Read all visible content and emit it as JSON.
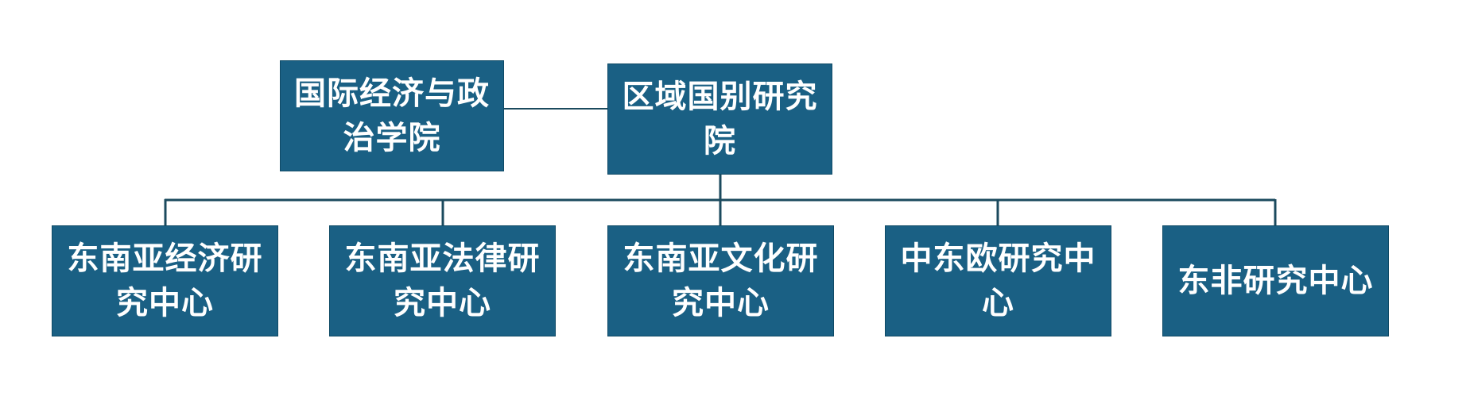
{
  "diagram": {
    "type": "org-chart",
    "node_color": "#1a6084",
    "line_color": "#1b4a5e",
    "text_color": "#ffffff",
    "parent": {
      "label": "国际经济与政治学院"
    },
    "root": {
      "label": "区域国别研究院"
    },
    "children": [
      {
        "label": "东南亚经济研究中心"
      },
      {
        "label": "东南亚法律研究中心"
      },
      {
        "label": "东南亚文化研究中心"
      },
      {
        "label": "中东欧研究中心"
      },
      {
        "label": "东非研究中心"
      }
    ]
  }
}
